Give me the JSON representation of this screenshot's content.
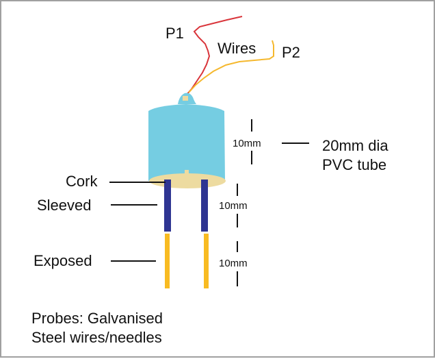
{
  "diagram": {
    "title": "Soil moisture probe construction",
    "labels": {
      "p1": "P1",
      "p2": "P2",
      "wires": "Wires",
      "tube_dimension": "10mm",
      "tube_line1": "20mm dia",
      "tube_line2": "PVC tube",
      "cork": "Cork",
      "sleeved": "Sleeved",
      "sleeved_dimension": "10mm",
      "exposed": "Exposed",
      "exposed_dimension": "10mm",
      "probes_line1": "Probes: Galvanised",
      "probes_line2": "Steel wires/needles"
    },
    "colors": {
      "wire_p1": "#d9343a",
      "wire_p2": "#f5b82e",
      "tube": "#75cde2",
      "cork": "#eddba0",
      "sleeve": "#2e3592",
      "exposed": "#f8bb22",
      "border": "#a0a0a0"
    }
  }
}
